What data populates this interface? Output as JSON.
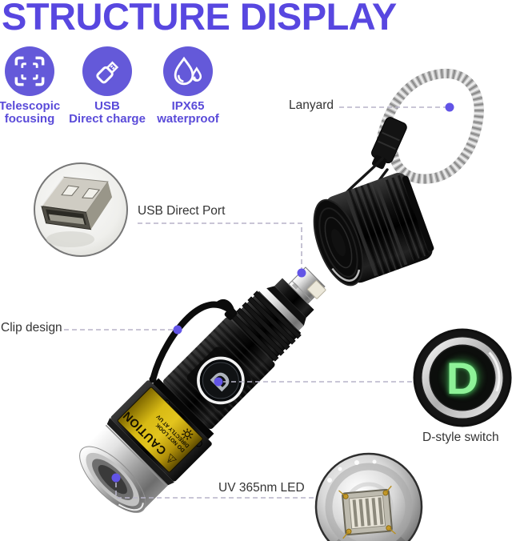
{
  "title": "STRUCTURE DISPLAY",
  "features": [
    {
      "icon": "focus-frame-icon",
      "lines": [
        "Telescopic",
        "focusing"
      ]
    },
    {
      "icon": "usb-stick-icon",
      "lines": [
        "USB",
        "Direct charge"
      ]
    },
    {
      "icon": "water-drop-icon",
      "lines": [
        "IPX65",
        "waterproof"
      ]
    }
  ],
  "callouts": {
    "lanyard": "Lanyard",
    "usb_port": "USB Direct Port",
    "clip": "Clip design",
    "switch": "D-style switch",
    "led": "UV 365nm LED"
  },
  "flashlight": {
    "switch_letter": "D",
    "caution_heading": "⚠ CAUTION",
    "caution_line1": "DO NOT LOOK",
    "caution_line2": "DIRECTLY AT UV"
  },
  "detail_views": {
    "switch_letter": "D"
  },
  "colors": {
    "accent_title": "#5847e0",
    "icon_circle": "#6459d9",
    "icon_label": "#5a4bd9",
    "callout_dot": "#6254e6",
    "leader_line": "#b7b4c8",
    "sticker_gold": "#d8ba14",
    "switch_glow_green": "#8ef298"
  }
}
